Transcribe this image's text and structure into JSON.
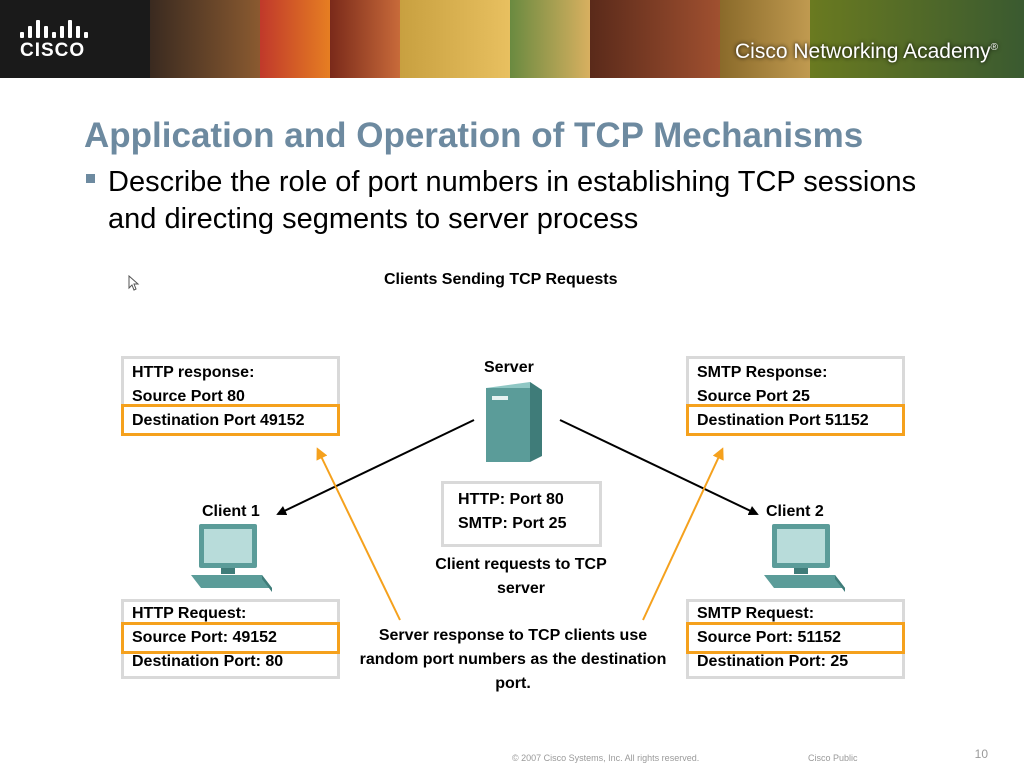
{
  "header": {
    "logo_text": "CISCO",
    "academy_text": "Cisco Networking Academy",
    "trademark": "®"
  },
  "slide": {
    "title": "Application and Operation of TCP Mechanisms",
    "bullet": "Describe the role of port numbers in establishing TCP sessions  and directing segments to server process"
  },
  "diagram": {
    "title": "Clients Sending TCP Requests",
    "server_label": "Server",
    "client1_label": "Client 1",
    "client2_label": "Client 2",
    "http_response": {
      "line1": "HTTP response:",
      "line2": "Source Port 80",
      "line3": "Destination Port 49152"
    },
    "smtp_response": {
      "line1": "SMTP Response:",
      "line2": "Source Port 25",
      "line3": "Destination Port 51152"
    },
    "server_ports": {
      "line1": "HTTP: Port 80",
      "line2": "SMTP: Port 25"
    },
    "http_request": {
      "line1": "HTTP Request:",
      "line2": "Source Port: 49152",
      "line3": "Destination Port: 80"
    },
    "smtp_request": {
      "line1": "SMTP Request:",
      "line2": "Source Port: 51152",
      "line3": "Destination Port: 25"
    },
    "requests_caption": "Client requests to TCP server",
    "response_caption": "Server response to TCP clients use random port numbers as the destination port.",
    "colors": {
      "highlight": "#f5a11d",
      "box_border": "#d9d9d9",
      "device": "#5b9c99",
      "title": "#6d8aa0"
    }
  },
  "footer": {
    "copyright": "© 2007 Cisco Systems, Inc. All rights reserved.",
    "classification": "Cisco Public",
    "page_number": "10"
  }
}
